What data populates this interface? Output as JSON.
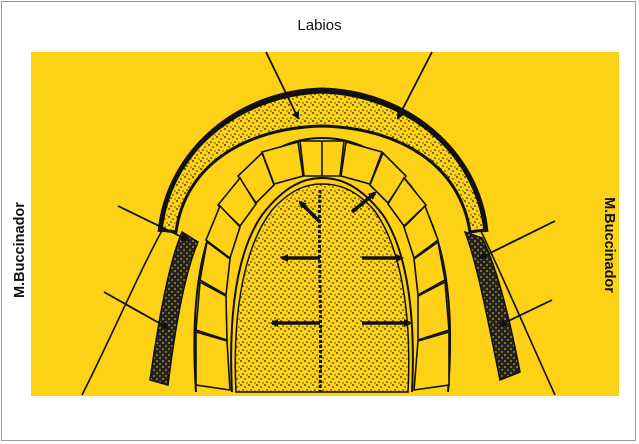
{
  "labels": {
    "top": "Labios",
    "left": "M.Buccinador",
    "right": "M.Buccinador"
  },
  "colors": {
    "background": "#fcd116",
    "ink": "#111111",
    "frame": "#9a9a9a"
  }
}
